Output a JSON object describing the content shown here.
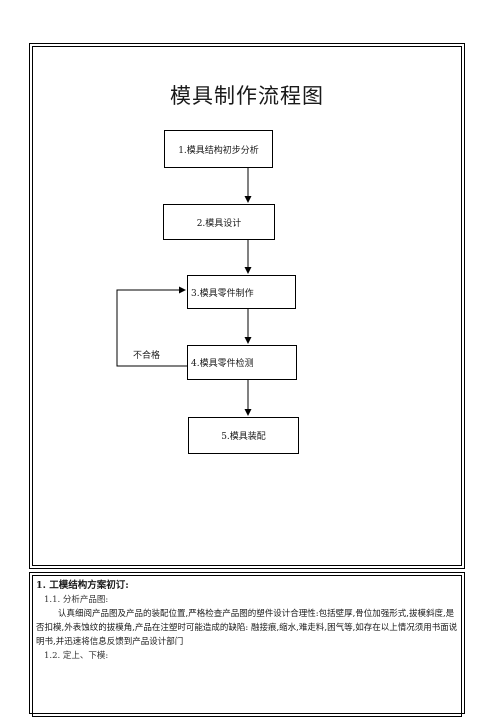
{
  "title": "模具制作流程图",
  "flowchart": {
    "steps": [
      "1.模具结构初步分析",
      "2.模具设计",
      "3.模具零件制作",
      "4.模具零件检测",
      "5.模具装配"
    ],
    "fail_label": "不合格"
  },
  "section": {
    "heading": "1.  工模结构方案初订:",
    "sub1": "1.1.  分析产品图:",
    "paragraph": "认真细阅产品图及产品的装配位置,严格检查产品图的塑件设计合理性:包括壁厚,骨位加强形式,拔模斜度,是否扣模,外表蚀纹的拔模角,产品在注塑时可能造成的缺陷:  融接痕,缩水,难走料,困气等,如存在以上情况须用书面说明书,并迅速将信息反馈到产品设计部门",
    "sub2": "1.2.  定上、下模:"
  }
}
